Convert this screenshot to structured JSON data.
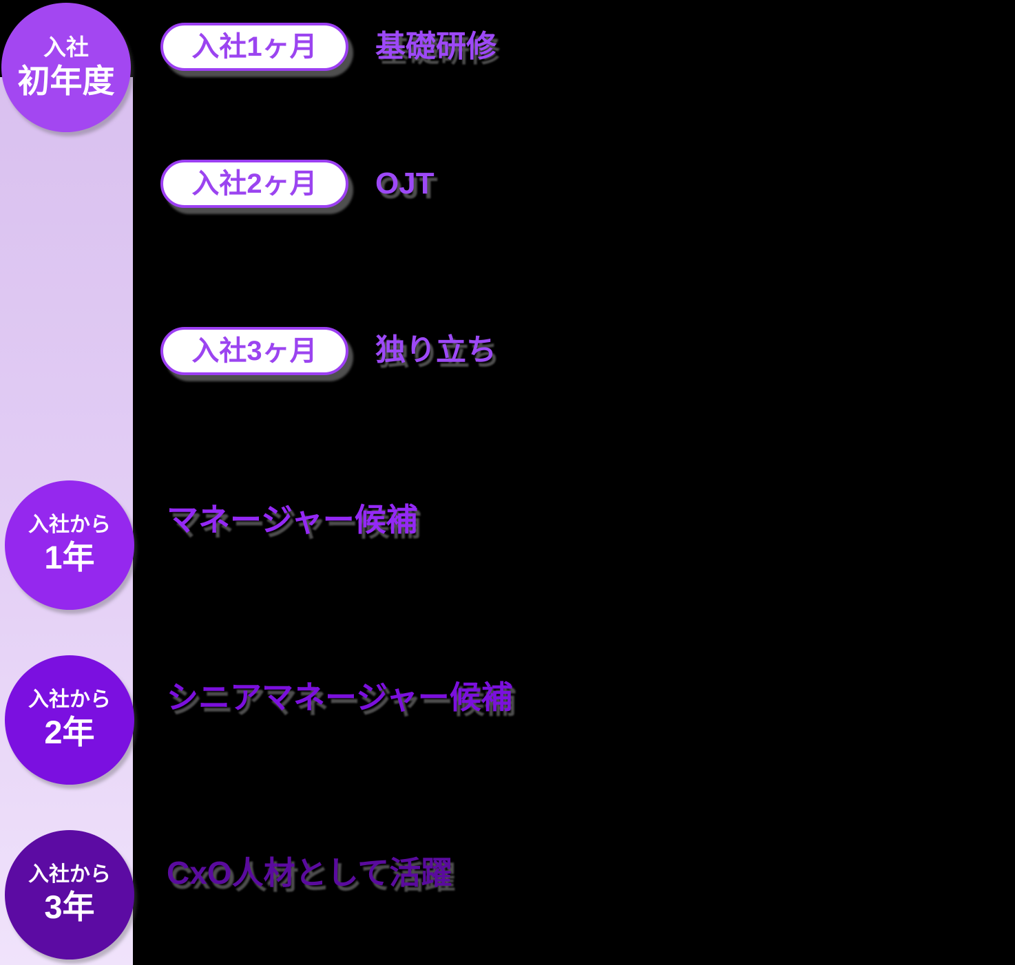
{
  "background_color": "#000000",
  "timeline_bar": {
    "color_top": "#d9c0ef",
    "color_bottom": "#f0e3fb"
  },
  "styles": {
    "pill_background": "#ffffff",
    "pill_border_color": "#9c3ff2",
    "pill_text_color": "#9b44f0",
    "phase_title_color": "#9d49f7",
    "shadow_color": "#575757",
    "circle_text_color": "#ffffff"
  },
  "milestones": [
    {
      "line1": "入社",
      "line2": "初年度",
      "circle_color": "#a347f1"
    },
    {
      "line1": "入社から",
      "line2": "1年",
      "circle_color": "#9528ee",
      "title": "マネージャー候補",
      "title_color": "#9429f5"
    },
    {
      "line1": "入社から",
      "line2": "2年",
      "circle_color": "#7b10e0",
      "title": "シニアマネージャー候補",
      "title_color": "#7b10dd"
    },
    {
      "line1": "入社から",
      "line2": "3年",
      "circle_color": "#5c0ba3",
      "title": "CxO人材として活躍",
      "title_color": "#5a0b9e"
    }
  ],
  "phases": [
    {
      "pill": "入社1ヶ月",
      "title": "基礎研修"
    },
    {
      "pill": "入社2ヶ月",
      "title": "OJT"
    },
    {
      "pill": "入社3ヶ月",
      "title": "独り立ち"
    }
  ]
}
